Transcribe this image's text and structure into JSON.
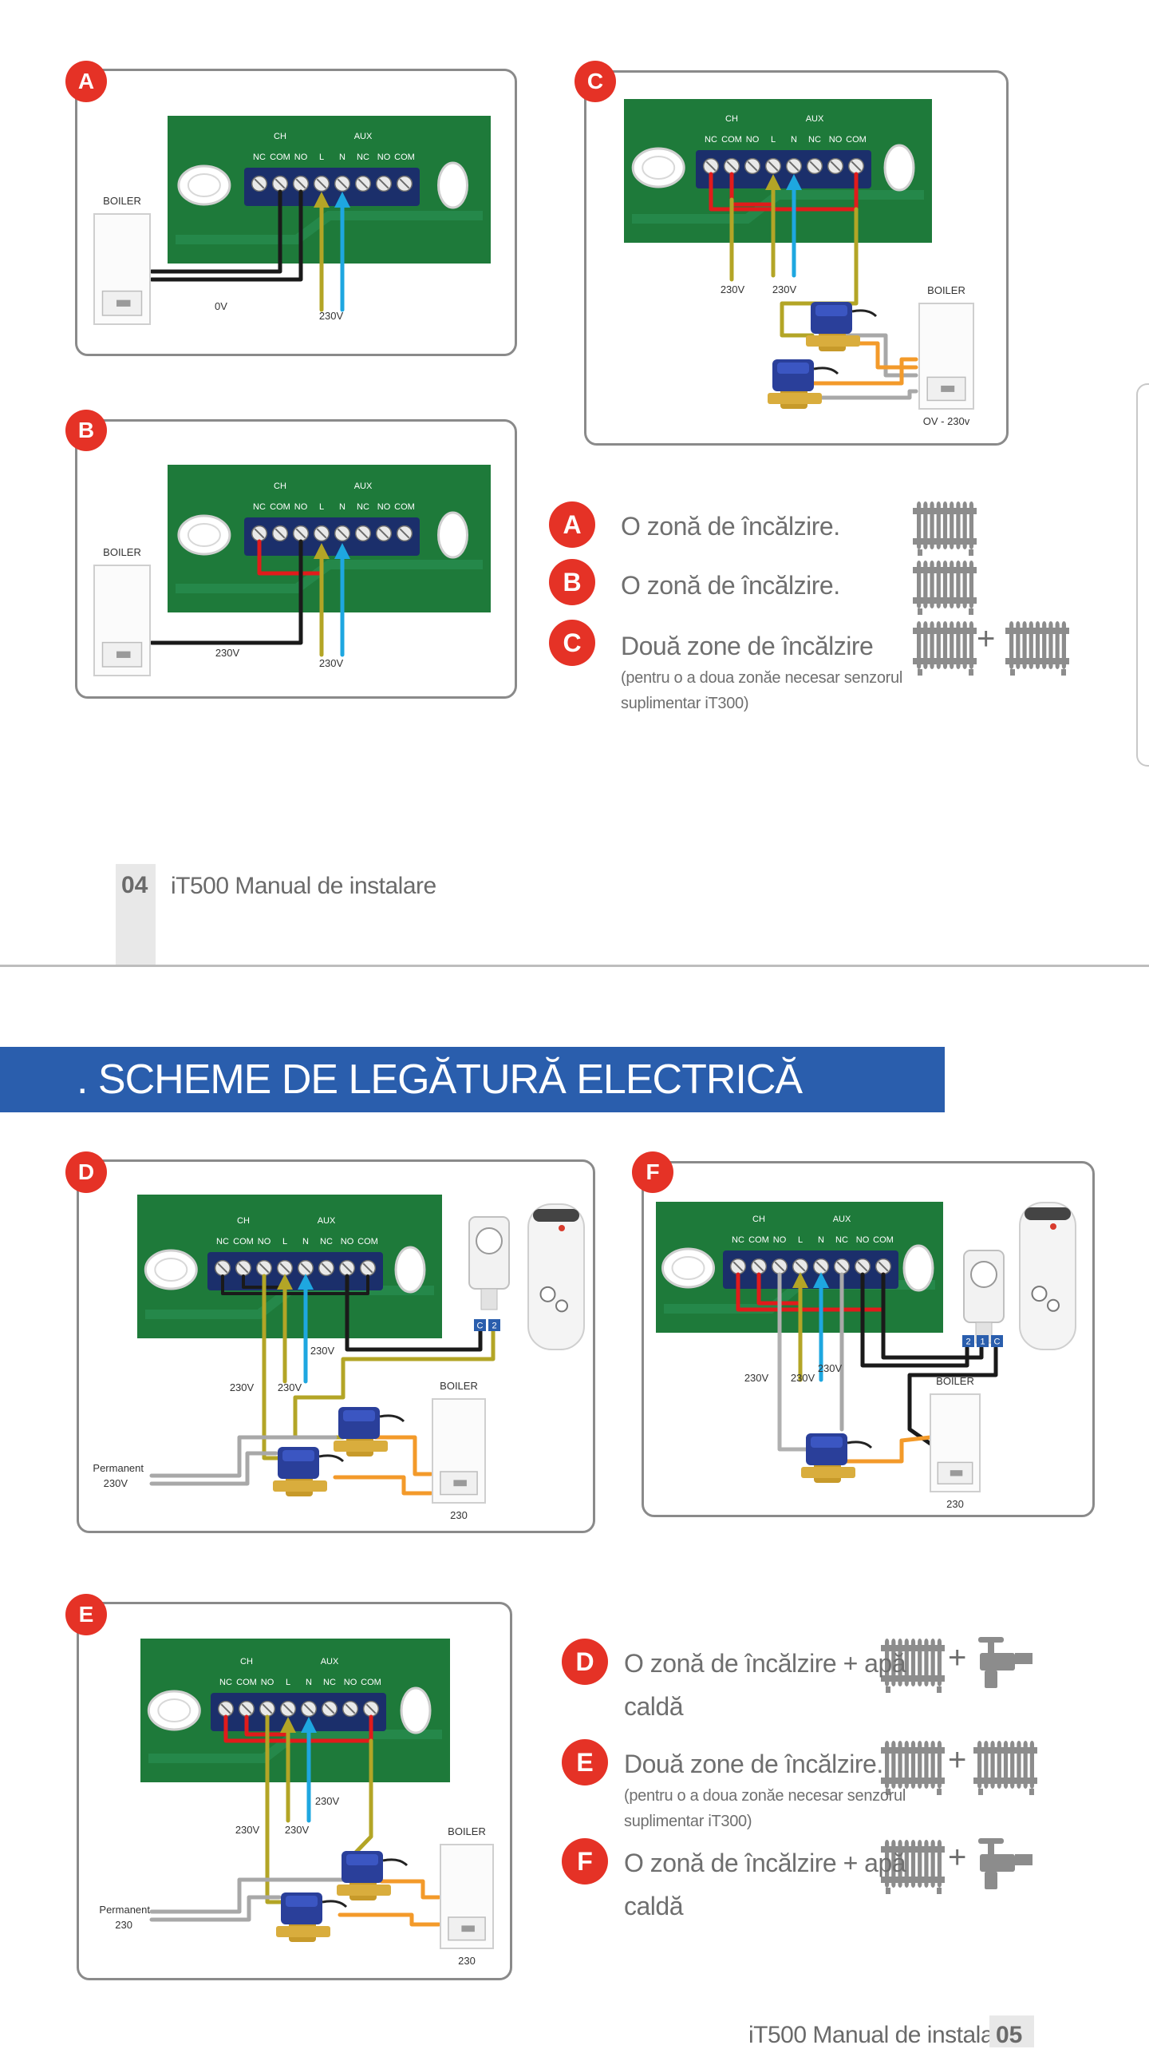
{
  "page_footer_top": {
    "number": "04",
    "label": "iT500 Manual de instalare"
  },
  "page_footer_bottom": {
    "number": "05",
    "label": "iT500 Manual de instalare"
  },
  "section_title": ". SCHEME DE LEGĂTURĂ ELECTRICĂ",
  "terminal": {
    "group_ch": "CH",
    "group_aux": "AUX",
    "pins": [
      "NC",
      "COM",
      "NO",
      "L",
      "N",
      "NC",
      "NO",
      "COM"
    ]
  },
  "common": {
    "boiler": "BOILER"
  },
  "diagrams": {
    "A": {
      "badge": "A",
      "v_low": "0V",
      "v_supply": "230V"
    },
    "B": {
      "badge": "B",
      "v_boiler": "230V",
      "v_supply": "230V"
    },
    "C": {
      "badge": "C",
      "v_a": "230V",
      "v_b": "230V",
      "v_boiler": "OV - 230v"
    },
    "D": {
      "badge": "D",
      "v_a": "230V",
      "v_b": "230V",
      "v_c": "230V",
      "permanent": "Permanent",
      "permanent_v": "230V",
      "boiler_v": "230",
      "tags": [
        "C",
        "2"
      ]
    },
    "E": {
      "badge": "E",
      "v_a": "230V",
      "v_b": "230V",
      "v_c": "230V",
      "permanent": "Permanent",
      "permanent_v": "230",
      "boiler_v": "230"
    },
    "F": {
      "badge": "F",
      "v_a": "230V",
      "v_b": "230V",
      "v_c": "230V",
      "boiler_v": "230",
      "tags": [
        "2",
        "1",
        "C"
      ]
    }
  },
  "legend_top": [
    {
      "badge": "A",
      "text": "O zonă de încălzire."
    },
    {
      "badge": "B",
      "text": "O zonă de încălzire."
    },
    {
      "badge": "C",
      "text": "Două zone de încălzire",
      "note_1": "(pentru o a doua zonăe  necesar senzorul",
      "note_2": "suplimentar iT300)",
      "plus": "+"
    }
  ],
  "legend_bottom": [
    {
      "badge": "D",
      "text_1": "O zonă de încălzire + apă",
      "text_2": "caldă",
      "plus": "+"
    },
    {
      "badge": "E",
      "text_1": "Două zone de încălzire.",
      "note_1": "(pentru o a doua zonăe  necesar senzorul",
      "note_2": "suplimentar iT300)",
      "plus": "+"
    },
    {
      "badge": "F",
      "text_1": "O zonă de încălzire + apă",
      "text_2": "caldă",
      "plus": "+"
    }
  ],
  "colors": {
    "red_badge": "#e53226",
    "blue_bar": "#2a5ead",
    "board_green": "#1e7a3a",
    "wire_yellow": "#b3a526",
    "wire_blue": "#1ea7e0",
    "wire_red": "#e11b1b",
    "wire_orange": "#f39a2a",
    "wire_grey": "#a8a8a8"
  }
}
